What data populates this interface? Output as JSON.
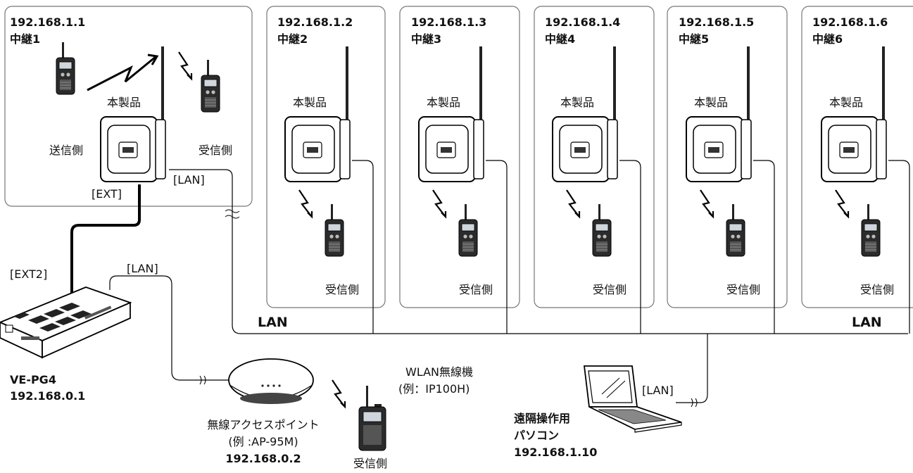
{
  "relays": [
    {
      "ip": "192.168.1.1",
      "name": "中継1",
      "device": "本製品",
      "tx": "送信側",
      "rx": "受信側",
      "ext": "[EXT]",
      "lan": "[LAN]"
    },
    {
      "ip": "192.168.1.2",
      "name": "中継2",
      "device": "本製品",
      "rx": "受信側"
    },
    {
      "ip": "192.168.1.3",
      "name": "中継3",
      "device": "本製品",
      "rx": "受信側"
    },
    {
      "ip": "192.168.1.4",
      "name": "中継4",
      "device": "本製品",
      "rx": "受信側"
    },
    {
      "ip": "192.168.1.5",
      "name": "中継5",
      "device": "本製品",
      "rx": "受信側"
    },
    {
      "ip": "192.168.1.6",
      "name": "中継6",
      "device": "本製品",
      "rx": "受信側"
    }
  ],
  "gateway": {
    "ext_port": "[EXT2]",
    "lan_port": "[LAN]",
    "model": "VE-PG4",
    "ip": "192.168.0.1"
  },
  "access_point": {
    "title": "無線アクセスポイント",
    "example": "(例 :AP-95M)",
    "ip": "192.168.0.2"
  },
  "wlan_device": {
    "title": "WLAN無線機",
    "example": "(例：IP100H)",
    "rx": "受信側"
  },
  "pc": {
    "title": "遠隔操作用",
    "subtitle": "パソコン",
    "ip": "192.168.1.10",
    "lan_port": "[LAN]"
  },
  "network": {
    "lan_left": "LAN",
    "lan_right": "LAN"
  }
}
